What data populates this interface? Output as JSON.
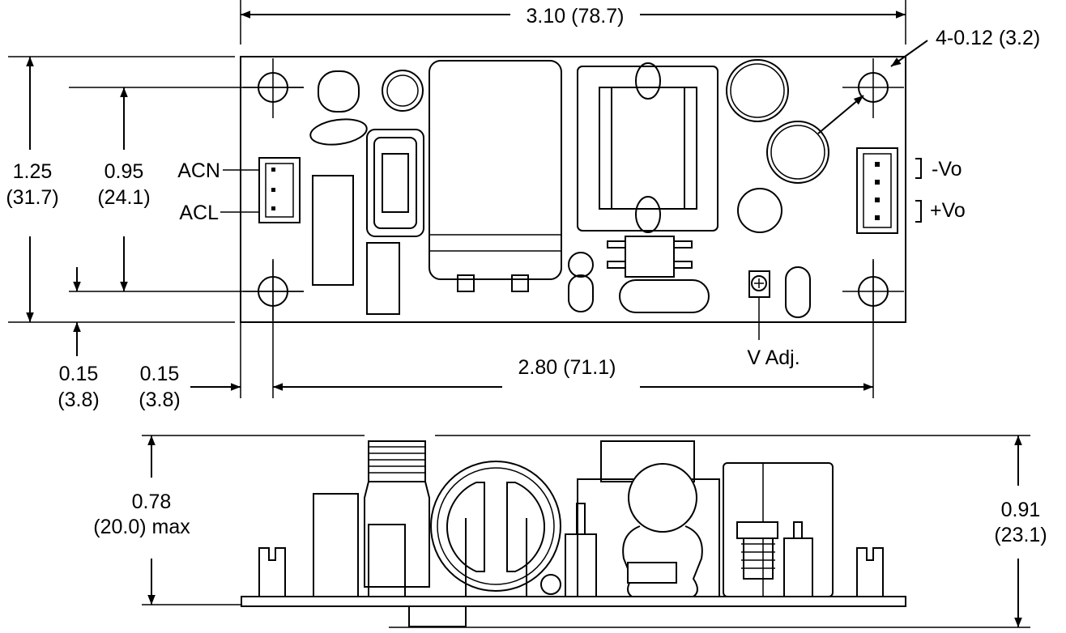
{
  "title": "Power supply module mechanical outline drawing",
  "top_view": {
    "overall_width": "3.10 (78.7)",
    "hole_callout": "4-0.12 (3.2)",
    "overall_height_in": "1.25",
    "overall_height_mm": "(31.7)",
    "hole_pitch_v_in": "0.95",
    "hole_pitch_v_mm": "(24.1)",
    "input_pins": [
      "ACN",
      "ACL"
    ],
    "output_pins": [
      "-Vo",
      "+Vo"
    ],
    "hole_offset_v_in": "0.15",
    "hole_offset_v_mm": "(3.8)",
    "hole_offset_h_in": "0.15",
    "hole_offset_h_mm": "(3.8)",
    "hole_pitch_h": "2.80 (71.1)",
    "trim_label": "V Adj."
  },
  "side_view": {
    "height_left_in": "0.78",
    "height_left_mm": "(20.0) max",
    "height_right_in": "0.91",
    "height_right_mm": "(23.1)"
  }
}
